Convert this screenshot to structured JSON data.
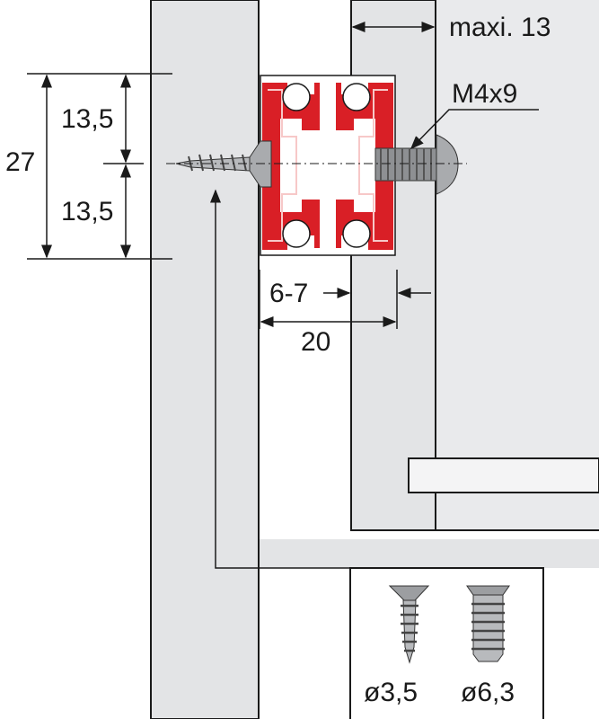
{
  "dimensions": {
    "total_height": "27",
    "upper_half": "13,5",
    "lower_half": "13,5",
    "max_gap": "maxi. 13",
    "screw_spec": "M4x9",
    "setback": "6-7",
    "slide_width": "20"
  },
  "screw_legend": {
    "wood_screw_diameter": "ø3,5",
    "euro_screw_diameter": "ø6,3"
  },
  "colors": {
    "slide_red": "#d91f26",
    "panel_gray": "#e3e4e6",
    "line": "#1a1a1a"
  }
}
